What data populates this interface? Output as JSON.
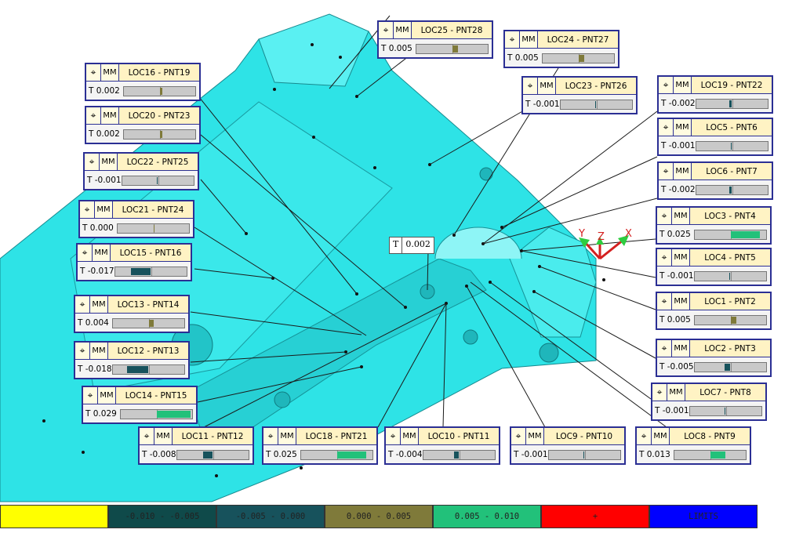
{
  "colors": {
    "part": "#2ee3e6",
    "leader": "#1a1a1a",
    "callout_border": "#2b2f94",
    "deviation": {
      "below_-0.005": "#17525c",
      "-0.005_0.000": "#17525c",
      "0.000_0.005": "#7f7a3a",
      "0.005_0.010": "#22c17a",
      "above": "#ff0000"
    }
  },
  "triad": {
    "x_label": "X",
    "y_label": "Y",
    "z_label": "Z"
  },
  "tolerance_tag": {
    "symbol": "T",
    "value": "0.002"
  },
  "callouts": [
    {
      "name": "LOC25 - PNT28",
      "unit": "MM",
      "t": "T 0.005",
      "dev": 0.005
    },
    {
      "name": "LOC24 - PNT27",
      "unit": "MM",
      "t": "T 0.005",
      "dev": 0.005
    },
    {
      "name": "LOC16 - PNT19",
      "unit": "MM",
      "t": "T 0.002",
      "dev": 0.002
    },
    {
      "name": "LOC23 - PNT26",
      "unit": "MM",
      "t": "T -0.001",
      "dev": -0.001
    },
    {
      "name": "LOC19 - PNT22",
      "unit": "MM",
      "t": "T -0.002",
      "dev": -0.002
    },
    {
      "name": "LOC20 - PNT23",
      "unit": "MM",
      "t": "T 0.002",
      "dev": 0.002
    },
    {
      "name": "LOC5 - PNT6",
      "unit": "MM",
      "t": "T -0.001",
      "dev": -0.001
    },
    {
      "name": "LOC22 - PNT25",
      "unit": "MM",
      "t": "T -0.001",
      "dev": -0.001
    },
    {
      "name": "LOC6 - PNT7",
      "unit": "MM",
      "t": "T -0.002",
      "dev": -0.002
    },
    {
      "name": "LOC21 - PNT24",
      "unit": "MM",
      "t": "T 0.000",
      "dev": 0.0
    },
    {
      "name": "LOC3 - PNT4",
      "unit": "MM",
      "t": "T 0.025",
      "dev": 0.025
    },
    {
      "name": "LOC15 - PNT16",
      "unit": "MM",
      "t": "T -0.017",
      "dev": -0.017
    },
    {
      "name": "LOC4 - PNT5",
      "unit": "MM",
      "t": "T -0.001",
      "dev": -0.001
    },
    {
      "name": "LOC13 - PNT14",
      "unit": "MM",
      "t": "T 0.004",
      "dev": 0.004
    },
    {
      "name": "LOC1 - PNT2",
      "unit": "MM",
      "t": "T 0.005",
      "dev": 0.005
    },
    {
      "name": "LOC12 - PNT13",
      "unit": "MM",
      "t": "T -0.018",
      "dev": -0.018
    },
    {
      "name": "LOC2 - PNT3",
      "unit": "MM",
      "t": "T -0.005",
      "dev": -0.005
    },
    {
      "name": "LOC14 - PNT15",
      "unit": "MM",
      "t": "T 0.029",
      "dev": 0.029
    },
    {
      "name": "LOC7 - PNT8",
      "unit": "MM",
      "t": "T -0.001",
      "dev": -0.001
    },
    {
      "name": "LOC11 - PNT12",
      "unit": "MM",
      "t": "T -0.008",
      "dev": -0.008
    },
    {
      "name": "LOC18 - PNT21",
      "unit": "MM",
      "t": "T 0.025",
      "dev": 0.025
    },
    {
      "name": "LOC10 - PNT11",
      "unit": "MM",
      "t": "T -0.004",
      "dev": -0.004
    },
    {
      "name": "LOC9 - PNT10",
      "unit": "MM",
      "t": "T -0.001",
      "dev": -0.001
    },
    {
      "name": "LOC8 - PNT9",
      "unit": "MM",
      "t": "T 0.013",
      "dev": 0.013
    }
  ],
  "legend": [
    {
      "label": "",
      "color": "#ffff00"
    },
    {
      "label": "-0.010 - -0.005",
      "color": "#0f4a4a"
    },
    {
      "label": "-0.005 - 0.000",
      "color": "#17525c"
    },
    {
      "label": "0.000 - 0.005",
      "color": "#7f7a3a"
    },
    {
      "label": "0.005 - 0.010",
      "color": "#22c17a"
    },
    {
      "label": "+",
      "color": "#ff0000"
    },
    {
      "label": "LIMITS",
      "color": "#0000ff"
    }
  ]
}
